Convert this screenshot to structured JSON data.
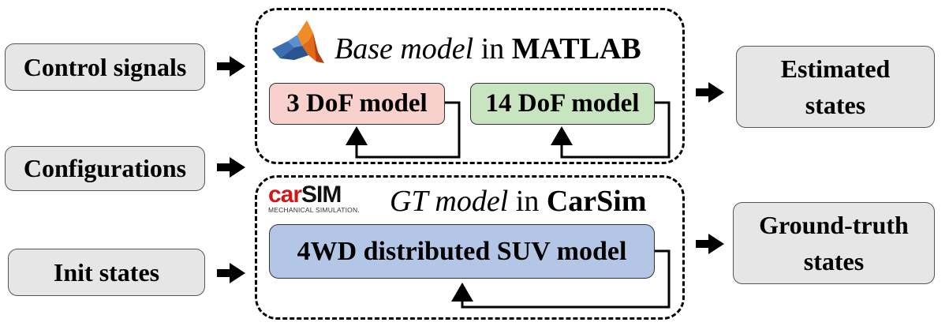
{
  "inputs": {
    "control_signals": "Control signals",
    "configurations": "Configurations",
    "init_states": "Init states"
  },
  "base_group": {
    "title_italic": "Base model",
    "title_in": " in ",
    "title_bold": "MATLAB",
    "model_a": "3 DoF model",
    "model_b": "14 DoF model"
  },
  "gt_group": {
    "logo_car": "car",
    "logo_sim": "SIM",
    "logo_sub": "MECHANICAL SIMULATION.",
    "title_italic": "GT model",
    "title_in": " in ",
    "title_bold": "CarSim",
    "model": "4WD distributed SUV model"
  },
  "outputs": {
    "estimated_line1": "Estimated",
    "estimated_line2": "states",
    "ground_line1": "Ground-truth",
    "ground_line2": "states"
  },
  "colors": {
    "input_box": "#e6e6e6",
    "model_3dof": "#f8d0cc",
    "model_14dof": "#c9e4c0",
    "model_suv": "#b4c6e6"
  },
  "icons": [
    "matlab-logo-icon",
    "carsim-logo",
    "right-arrow-icon",
    "feedback-arrow-icon"
  ]
}
